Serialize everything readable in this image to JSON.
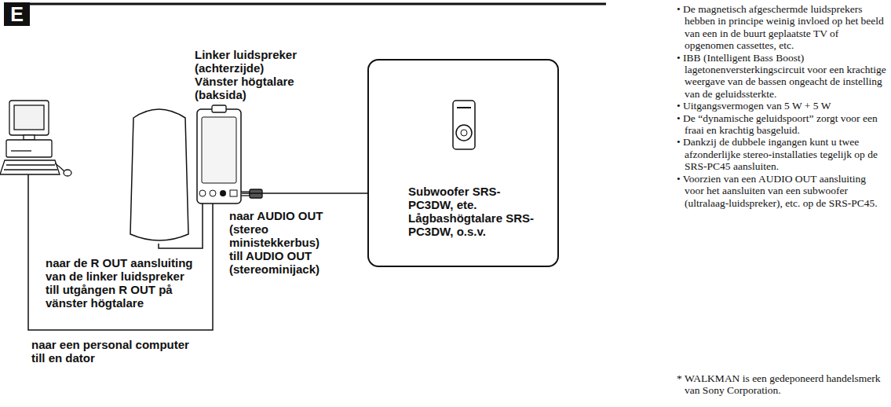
{
  "diagram": {
    "nodes": [
      {
        "text": [
          "Linker luidspreker (achterzijde)",
          "Vänster högtalare (baksida)"
        ]
      },
      {
        "text": [
          "Subwoofer SRS-PC3DW, ete.",
          "Lågbashögtalare SRS-PC3DW, o.s.v."
        ]
      }
    ],
    "edges": [
      {
        "from": 0,
        "to": 1,
        "arrow": "none"
      }
    ],
    "labels": [
      "E",
      "naar de R OUT aansluiting van de linker luidspreker",
      "till utgången R OUT på vänster högtalare",
      "naar AUDIO OUT (stereo ministekkerbus)",
      "till AUDIO OUT (stereominijack)",
      "naar een personal computer",
      "till en dator",
      "• De magnetisch afgeschermde luidsprekers hebben in principe weinig invloed op het beeld van een in de buurt geplaatste TV of opgenomen cassettes, etc.",
      "• IBB (Intelligent Bass Boost) lagetonenversterkingscircuit voor een krachtige weergave van de bassen ongeacht de instelling van de geluidssterkte.",
      "• Uitgangsvermogen van 5 W + 5 W",
      "• De “dynamische geluidspoort” zorgt voor een fraai en krachtig basgeluid.",
      "• Dankzij de dubbele ingangen kunt u twee afzonderlijke stereo-installaties tegelijk op de SRS-PC45 aansluiten.",
      "• Voorzien van een AUDIO OUT aansluiting voor het aansluiten van een subwoofer (ultralaag-luidspreker), etc. op de SRS-PC45.",
      "* WALKMAN is een gedeponeerd handelsmerk van Sony Corporation."
    ]
  }
}
